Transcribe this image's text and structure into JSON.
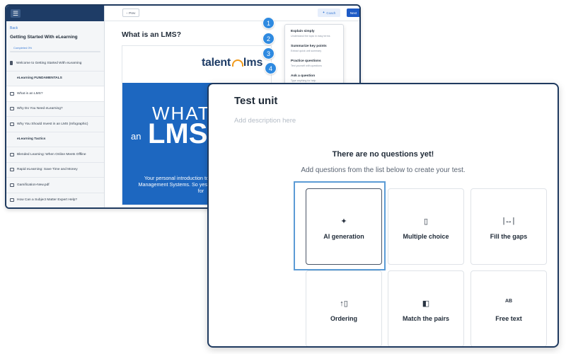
{
  "back_window": {
    "sidebar": {
      "menu_icon": "hamburger-icon",
      "back_label": "Back",
      "course_title": "Getting Started With eLearning",
      "progress_label": "Completed 0%",
      "progress_value": 0,
      "items": [
        {
          "label": "Welcome to Getting Started With eLearning",
          "icon": "document-icon",
          "type": "unit"
        },
        {
          "label": "eLearning FUNDAMENTALS",
          "icon": "",
          "type": "section"
        },
        {
          "label": "What is an LMS?",
          "icon": "presentation-icon",
          "type": "unit",
          "active": true
        },
        {
          "label": "Why Do You Need eLearning?",
          "icon": "presentation-icon",
          "type": "unit"
        },
        {
          "label": "Why You Should Invest in an LMS (Infographic)",
          "icon": "presentation-icon",
          "type": "unit"
        },
        {
          "label": "eLearning Tactics",
          "icon": "",
          "type": "section"
        },
        {
          "label": "Blended Learning: When Online Meets Offline",
          "icon": "presentation-icon",
          "type": "unit"
        },
        {
          "label": "Rapid eLearning: Save Time and Money",
          "icon": "presentation-icon",
          "type": "unit"
        },
        {
          "label": "Gamification-New.pdf",
          "icon": "presentation-icon",
          "type": "unit"
        },
        {
          "label": "How Can a Subject Matter Expert Help?",
          "icon": "presentation-icon",
          "type": "unit"
        }
      ]
    },
    "topbar": {
      "prev_label": "Prev",
      "coach_label": "Coach",
      "next_label": "Next"
    },
    "lesson": {
      "title": "What is an LMS?",
      "logo_text": "talent",
      "logo_tail": "lms",
      "slide_line1": "WHAT",
      "slide_an": "an",
      "slide_lms": "LMS",
      "slide_intro": "Your personal introduction to the world of Learning Management Systems. So yes, this is what LMS stands for"
    },
    "coach_menu": [
      {
        "step": "1",
        "title": "Explain simply",
        "subtitle": "Understand the topic in easy terms"
      },
      {
        "step": "2",
        "title": "Summarize key points",
        "subtitle": "Extract quick unit summary"
      },
      {
        "step": "3",
        "title": "Practice questions",
        "subtitle": "Test yourself with questions"
      },
      {
        "step": "4",
        "title": "Ask a question",
        "subtitle": "Type anything for help"
      }
    ]
  },
  "front_window": {
    "title": "Test unit",
    "description_placeholder": "Add description here",
    "empty_title": "There are no questions yet!",
    "empty_subtitle": "Add questions from the list below to create your test.",
    "question_types": [
      {
        "label": "AI generation",
        "icon": "✦",
        "icon_name": "sparkle-icon",
        "selected": true
      },
      {
        "label": "Multiple choice",
        "icon": "▯",
        "icon_name": "multiple-choice-icon"
      },
      {
        "label": "Fill the gaps",
        "icon": "|↔|",
        "icon_name": "fill-gaps-icon"
      },
      {
        "label": "Ordering",
        "icon": "↑▯",
        "icon_name": "ordering-icon"
      },
      {
        "label": "Match the pairs",
        "icon": "◧",
        "icon_name": "match-pairs-icon"
      },
      {
        "label": "Free text",
        "icon": "AB",
        "icon_name": "free-text-icon"
      }
    ]
  },
  "colors": {
    "brand_navy": "#1e3c66",
    "accent_blue": "#1d67c0",
    "highlight_blue": "#5b9bd5",
    "logo_orange": "#f29a1a"
  }
}
